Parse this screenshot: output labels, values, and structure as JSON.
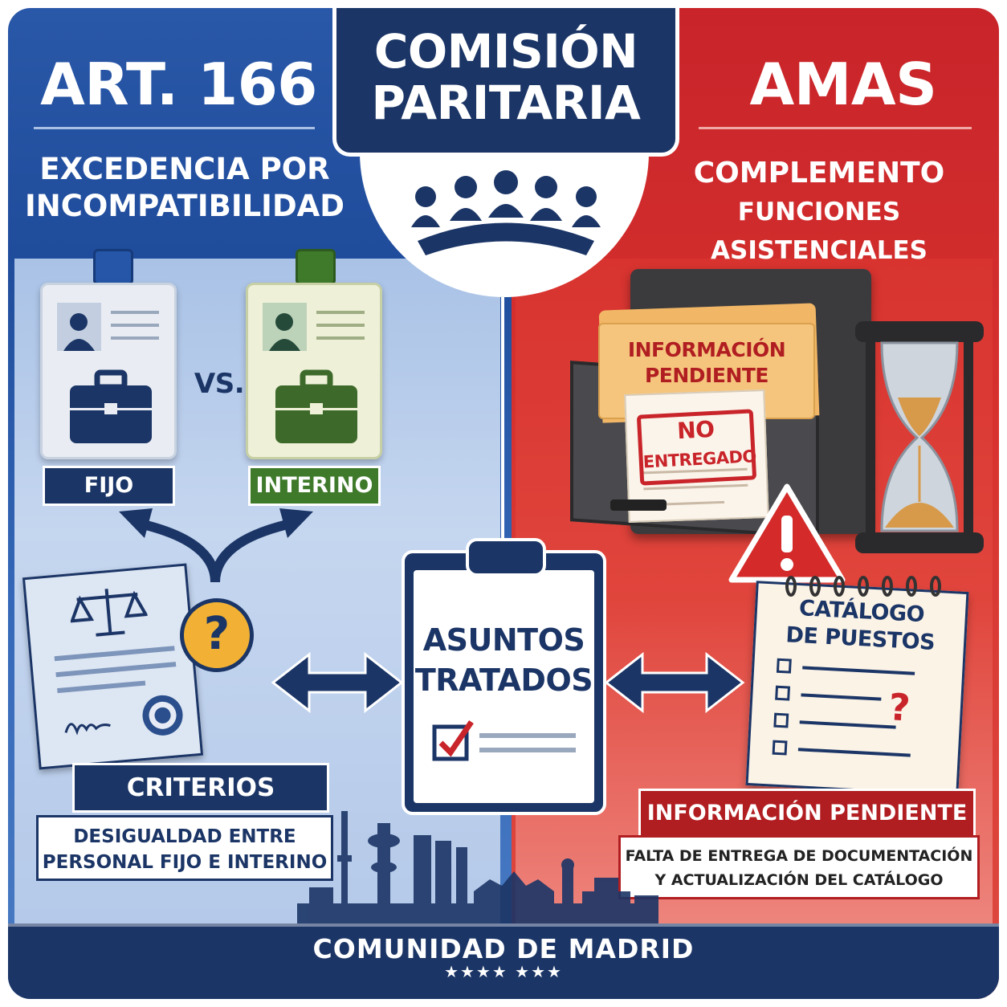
{
  "header": {
    "center_line1": "COMISIÓN",
    "center_line2": "PARITARIA"
  },
  "left": {
    "title": "ART. 166",
    "subtitle_line1": "EXCEDENCIA POR",
    "subtitle_line2": "INCOMPATIBILIDAD",
    "vs": "VS.",
    "card1_label": "FIJO",
    "card2_label": "INTERINO",
    "criteria_title": "CRITERIOS",
    "criteria_line1": "DESIGUALDAD ENTRE",
    "criteria_line2": "PERSONAL FIJO E INTERINO",
    "question_mark": "?"
  },
  "center": {
    "clipboard_line1": "ASUNTOS",
    "clipboard_line2": "TRATADOS"
  },
  "right": {
    "title": "AMAS",
    "subtitle_line1": "COMPLEMENTO",
    "subtitle_line2": "FUNCIONES ASISTENCIALES",
    "folder_line1": "INFORMACIÓN",
    "folder_line2": "PENDIENTE",
    "stamp_line1": "NO",
    "stamp_line2": "ENTREGADO",
    "notebook_line1": "CATÁLOGO",
    "notebook_line2": "DE PUESTOS",
    "notebook_question": "?",
    "pending_title": "INFORMACIÓN PENDIENTE",
    "pending_line1": "FALTA DE ENTREGA DE DOCUMENTACIÓN",
    "pending_line2": "Y ACTUALIZACIÓN DEL CATÁLOGO"
  },
  "footer": {
    "text": "COMUNIDAD DE MADRID",
    "stars": "★★★★ ★★★"
  },
  "colors": {
    "navy": "#1b3566",
    "blue": "#2a58a8",
    "red": "#c8242a",
    "green": "#3f7a2b",
    "amber": "#f2b134"
  },
  "icons": [
    "people-group-icon",
    "id-card-icon",
    "briefcase-icon",
    "arrow-split-icon",
    "scales-icon",
    "question-icon",
    "seal-icon",
    "clipboard-icon",
    "checkbox-icon",
    "double-arrow-icon",
    "file-cabinet-icon",
    "folder-icon",
    "hourglass-icon",
    "warning-icon",
    "notebook-icon",
    "skyline-icon"
  ]
}
